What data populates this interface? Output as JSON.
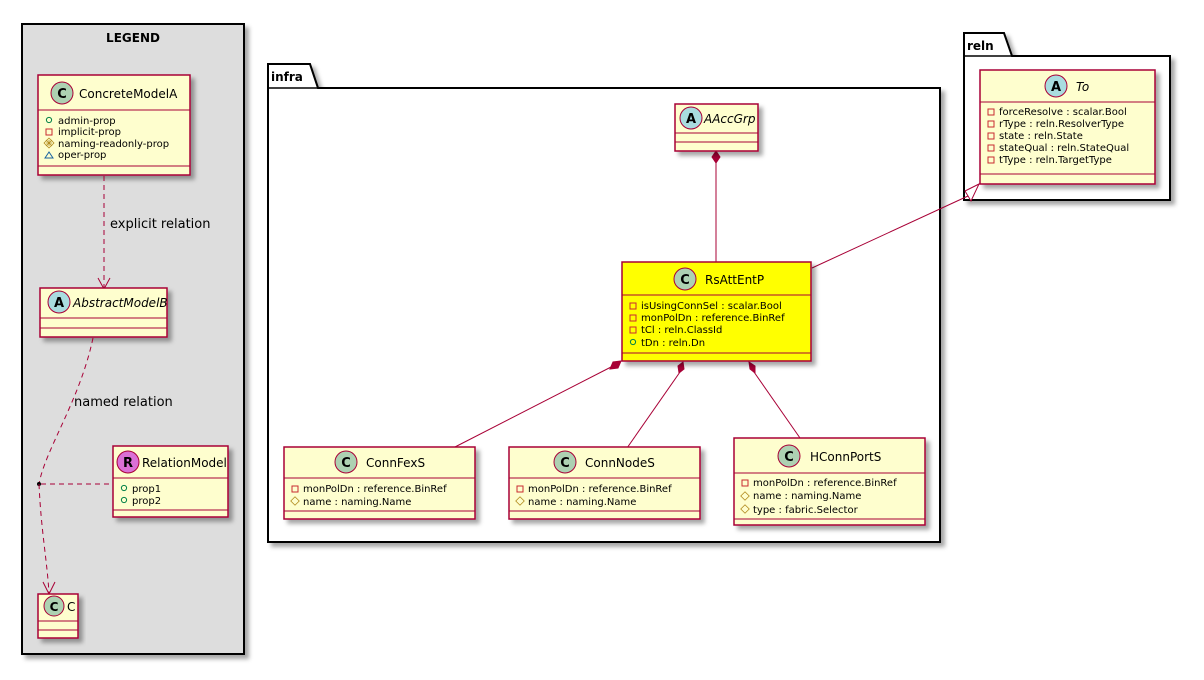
{
  "colors": {
    "class_fill": "#FEFECE",
    "class_border": "#A80036",
    "highlight_fill": "#FFFF00",
    "legend_fill": "#DDDDDD",
    "package_fill": "#FFFFFF",
    "circle_class": "#ADD1B2",
    "circle_abstract": "#A9DCDF",
    "circle_relation": "#DA70D6",
    "relation_line": "#A80036"
  },
  "legend": {
    "title": "LEGEND",
    "concrete": {
      "letter": "C",
      "name": "ConcreteModelA",
      "fields": [
        {
          "vis": "+",
          "text": "admin-prop"
        },
        {
          "vis": "-",
          "text": "implicit-prop"
        },
        {
          "vis": "#",
          "text": "naming-readonly-prop"
        },
        {
          "vis": "~",
          "text": "oper-prop"
        }
      ]
    },
    "explicit_relation_label": "explicit relation",
    "abstract": {
      "letter": "A",
      "name": "AbstractModelB"
    },
    "named_relation_label": "named relation",
    "relation_model": {
      "letter": "R",
      "name": "RelationModel",
      "fields": [
        {
          "vis": "+",
          "text": "prop1"
        },
        {
          "vis": "+",
          "text": "prop2"
        }
      ]
    },
    "c_box": {
      "letter": "C",
      "name": "C"
    }
  },
  "packages": {
    "infra": {
      "name": "infra",
      "aaccgrp": {
        "letter": "A",
        "name": "AAccGrp"
      },
      "rsattentp": {
        "letter": "C",
        "name": "RsAttEntP",
        "fields": [
          {
            "vis": "-",
            "text": "isUsingConnSel : scalar.Bool"
          },
          {
            "vis": "-",
            "text": "monPolDn : reference.BinRef"
          },
          {
            "vis": "-",
            "text": "tCl : reln.ClassId"
          },
          {
            "vis": "+",
            "text": "tDn : reln.Dn"
          }
        ]
      },
      "connfexs": {
        "letter": "C",
        "name": "ConnFexS",
        "fields": [
          {
            "vis": "-",
            "text": "monPolDn : reference.BinRef"
          },
          {
            "vis": "#",
            "text": "name : naming.Name"
          }
        ]
      },
      "connnodes": {
        "letter": "C",
        "name": "ConnNodeS",
        "fields": [
          {
            "vis": "-",
            "text": "monPolDn : reference.BinRef"
          },
          {
            "vis": "#",
            "text": "name : naming.Name"
          }
        ]
      },
      "hconnports": {
        "letter": "C",
        "name": "HConnPortS",
        "fields": [
          {
            "vis": "-",
            "text": "monPolDn : reference.BinRef"
          },
          {
            "vis": "#",
            "text": "name : naming.Name"
          },
          {
            "vis": "#",
            "text": "type : fabric.Selector"
          }
        ]
      }
    },
    "reln": {
      "name": "reln",
      "to": {
        "letter": "A",
        "name": "To",
        "fields": [
          {
            "vis": "-",
            "text": "forceResolve : scalar.Bool"
          },
          {
            "vis": "-",
            "text": "rType : reln.ResolverType"
          },
          {
            "vis": "-",
            "text": "state : reln.State"
          },
          {
            "vis": "-",
            "text": "stateQual : reln.StateQual"
          },
          {
            "vis": "-",
            "text": "tType : reln.TargetType"
          }
        ]
      }
    }
  }
}
